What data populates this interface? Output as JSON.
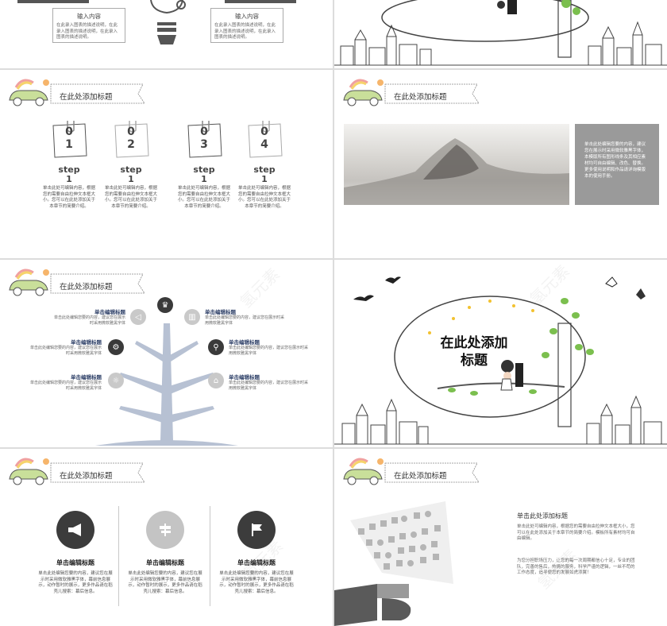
{
  "slide1": {
    "box_left": {
      "title": "输入内容",
      "body": "在此录入图表的描述说明，在此录入图表的描述说明，在此录入图表的描述说明。"
    },
    "box_right": {
      "title": "输入内容",
      "body": "在此录入图表的描述说明，在此录入图表的描述说明，在此录入图表的描述说明。"
    }
  },
  "header_title": "在此处添加标题",
  "steps": [
    {
      "num": "0\n1",
      "label": "step\n1",
      "desc": "单击此处可编辑内容，根据您的需要自由拉伸文本框大小。您可以在此处添加关于本章节的简要介绍。"
    },
    {
      "num": "0\n2",
      "label": "step\n1",
      "desc": "单击此处可编辑内容，根据您的需要自由拉伸文本框大小。您可以在此处添加关于本章节的简要介绍。"
    },
    {
      "num": "0\n3",
      "label": "step\n1",
      "desc": "单击此处可编辑内容，根据您的需要自由拉伸文本框大小。您可以在此处添加关于本章节的简要介绍。"
    },
    {
      "num": "0\n4",
      "label": "step\n1",
      "desc": "单击此处可编辑内容，根据您的需要自由拉伸文本框大小。您可以在此处添加关于本章节的简要介绍。"
    }
  ],
  "ink_text": "单击此处编辑您要的内容，建议您在展示时采用微软雅黑字体，本模版所有图形线条及其相应素材均可自由编辑、改色、替换。更多使用说明和作品请详询模版本的使用手册。",
  "tree": {
    "items": [
      {
        "title": "单击编辑标题",
        "body": "单击此处编辑您要的内容，建议您在展示时采用微软雅黑字体"
      },
      {
        "title": "单击编辑标题",
        "body": "单击此处编辑您要的内容，建议您在展示时采用微软雅黑字体"
      },
      {
        "title": "单击编辑标题",
        "body": "单击此处编辑您要的内容，建议您在展示时采用微软雅黑字体"
      },
      {
        "title": "单击编辑标题",
        "body": "单击此处编辑您要的内容，建议您在展示时采用微软雅黑字体"
      },
      {
        "title": "单击编辑标题",
        "body": "单击此处编辑您要的内容，建议您在展示时采用微软雅黑字体"
      },
      {
        "title": "单击编辑标题",
        "body": "单击此处编辑您要的内容，建议您在展示时采用微软雅黑字体"
      }
    ]
  },
  "cover_title": "在此处添加标题",
  "cols": [
    {
      "title": "单击编辑标题",
      "body": "单击此处编辑您要的内容，建议您在展示时采用微软雅黑字体，幕前信息展示，动作暂时的展示，更多作品请在稻壳儿搜索：幕后信息。"
    },
    {
      "title": "单击编辑标题",
      "body": "单击此处编辑您要的内容，建议您在展示时采用微软雅黑字体，幕前信息展示，动作暂时的展示，更多作品请在稻壳儿搜索：幕后信息。"
    },
    {
      "title": "单击编辑标题",
      "body": "单击此处编辑您要的内容，建议您在展示时采用微软雅黑字体，幕前信息展示，动作暂时的展示，更多作品请在稻壳儿搜索：幕后信息。"
    }
  ],
  "last": {
    "title": "单击此处添加标题",
    "p1": "单击此处可编辑内容，根据您的需要自由拉伸文本框大小，您可以在此处添加关于本章节的简要介绍。模板所有素材均可自由编辑。",
    "p2": "为您分担职场压力，让您的每一次周期都信心十足，专业的团队，完善的售后，热情的服务，科学严谨的逻辑，一丝不苟的工作态度，追寻便您的发展如虎添翼！"
  },
  "watermark": "氢元素"
}
